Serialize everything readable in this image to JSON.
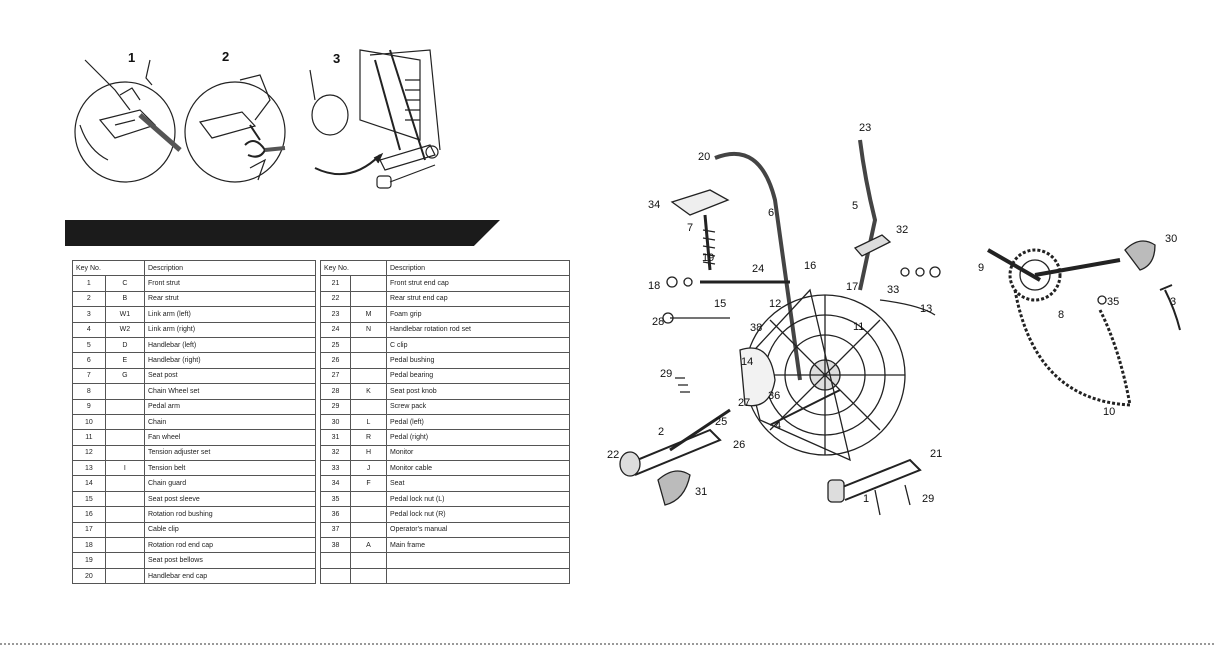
{
  "steps": [
    "1",
    "2",
    "3"
  ],
  "parts_left": {
    "headers": [
      "Key No.",
      "Description"
    ],
    "rows": [
      [
        "1",
        "C",
        "Front strut"
      ],
      [
        "2",
        "B",
        "Rear strut"
      ],
      [
        "3",
        "W1",
        "Link arm (left)"
      ],
      [
        "4",
        "W2",
        "Link arm (right)"
      ],
      [
        "5",
        "D",
        "Handlebar (left)"
      ],
      [
        "6",
        "E",
        "Handlebar (right)"
      ],
      [
        "7",
        "G",
        "Seat post"
      ],
      [
        "8",
        "",
        "Chain Wheel set"
      ],
      [
        "9",
        "",
        "Pedal arm"
      ],
      [
        "10",
        "",
        "Chain"
      ],
      [
        "11",
        "",
        "Fan wheel"
      ],
      [
        "12",
        "",
        "Tension adjuster set"
      ],
      [
        "13",
        "I",
        "Tension belt"
      ],
      [
        "14",
        "",
        "Chain guard"
      ],
      [
        "15",
        "",
        "Seat post sleeve"
      ],
      [
        "16",
        "",
        "Rotation rod bushing"
      ],
      [
        "17",
        "",
        "Cable clip"
      ],
      [
        "18",
        "",
        "Rotation rod end cap"
      ],
      [
        "19",
        "",
        "Seat post bellows"
      ],
      [
        "20",
        "",
        "Handlebar end cap"
      ]
    ]
  },
  "parts_right": {
    "headers": [
      "Key No.",
      "Description"
    ],
    "rows": [
      [
        "21",
        "",
        "Front strut end cap"
      ],
      [
        "22",
        "",
        "Rear strut end cap"
      ],
      [
        "23",
        "M",
        "Foam grip"
      ],
      [
        "24",
        "N",
        "Handlebar rotation rod set"
      ],
      [
        "25",
        "",
        "C clip"
      ],
      [
        "26",
        "",
        "Pedal bushing"
      ],
      [
        "27",
        "",
        "Pedal bearing"
      ],
      [
        "28",
        "K",
        "Seat post knob"
      ],
      [
        "29",
        "",
        "Screw pack"
      ],
      [
        "30",
        "L",
        "Pedal (left)"
      ],
      [
        "31",
        "R",
        "Pedal (right)"
      ],
      [
        "32",
        "H",
        "Monitor"
      ],
      [
        "33",
        "J",
        "Monitor cable"
      ],
      [
        "34",
        "F",
        "Seat"
      ],
      [
        "35",
        "",
        "Pedal lock nut (L)"
      ],
      [
        "36",
        "",
        "Pedal lock nut (R)"
      ],
      [
        "37",
        "",
        "Operator's manual"
      ],
      [
        "38",
        "A",
        "Main frame"
      ],
      [
        "",
        "",
        " "
      ],
      [
        "",
        "",
        " "
      ]
    ]
  },
  "callouts": {
    "c23": "23",
    "c20": "20",
    "c34": "34",
    "c6": "6",
    "c5": "5",
    "c7": "7",
    "c32": "32",
    "c19": "19",
    "c24": "24",
    "c16": "16",
    "c18": "18",
    "c17": "17",
    "c33": "33",
    "c15": "15",
    "c12": "12",
    "c13": "13",
    "c28": "28",
    "c11": "11",
    "c38": "38",
    "c14": "14",
    "c29a": "29",
    "c27": "27",
    "c36": "36",
    "c25": "25",
    "c2": "2",
    "c4": "4",
    "c26": "26",
    "c22": "22",
    "c21": "21",
    "c31": "31",
    "c1": "1",
    "c29b": "29",
    "c9": "9",
    "c30": "30",
    "c35": "35",
    "c3": "3",
    "c8": "8",
    "c10": "10"
  }
}
